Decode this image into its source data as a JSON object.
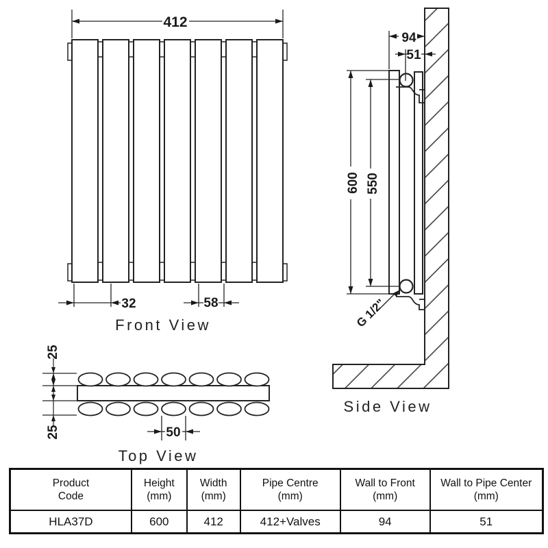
{
  "front_view": {
    "label": "Front View",
    "dims": {
      "width": "412",
      "panel": "32",
      "pitch": "58"
    }
  },
  "side_view": {
    "label": "Side View",
    "dims": {
      "wall_to_front": "94",
      "wall_to_pipe": "51",
      "height": "600",
      "pipe_centre": "550"
    },
    "pipe_thread": "G 1/2\""
  },
  "top_view": {
    "label": "Top View",
    "dims": {
      "depth_top": "25",
      "depth_bottom": "25",
      "oval_width": "50"
    }
  },
  "table": {
    "headers": [
      {
        "line1": "Product",
        "line2": "Code"
      },
      {
        "line1": "Height",
        "line2": "(mm)"
      },
      {
        "line1": "Width",
        "line2": "(mm)"
      },
      {
        "line1": "Pipe Centre",
        "line2": "(mm)"
      },
      {
        "line1": "Wall to Front",
        "line2": "(mm)"
      },
      {
        "line1": "Wall to Pipe Center",
        "line2": "(mm)"
      }
    ],
    "row": [
      "HLA37D",
      "600",
      "412",
      "412+Valves",
      "94",
      "51"
    ]
  },
  "colors": {
    "line": "#222222",
    "background": "#ffffff"
  }
}
